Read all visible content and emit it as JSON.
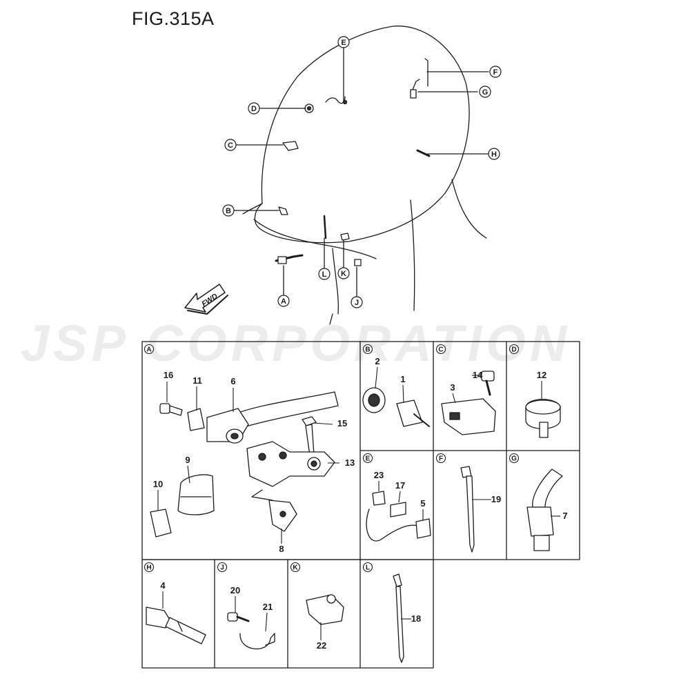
{
  "title": "FIG.315A",
  "watermark": "JSP CORPORATION",
  "fwd_label": "FWD",
  "overview_callouts": [
    "A",
    "B",
    "C",
    "D",
    "E",
    "F",
    "G",
    "H",
    "J",
    "K",
    "L"
  ],
  "panels": [
    {
      "letter": "A",
      "parts": [
        "16",
        "11",
        "6",
        "15",
        "13",
        "9",
        "10",
        "8"
      ]
    },
    {
      "letter": "B",
      "parts": [
        "2",
        "1"
      ]
    },
    {
      "letter": "C",
      "parts": [
        "14",
        "3"
      ]
    },
    {
      "letter": "D",
      "parts": [
        "12"
      ]
    },
    {
      "letter": "E",
      "parts": [
        "23",
        "17",
        "5"
      ]
    },
    {
      "letter": "F",
      "parts": [
        "19"
      ]
    },
    {
      "letter": "G",
      "parts": [
        "7"
      ]
    },
    {
      "letter": "H",
      "parts": [
        "4"
      ]
    },
    {
      "letter": "J",
      "parts": [
        "20",
        "21"
      ]
    },
    {
      "letter": "K",
      "parts": [
        "22"
      ]
    },
    {
      "letter": "L",
      "parts": [
        "18"
      ]
    }
  ]
}
